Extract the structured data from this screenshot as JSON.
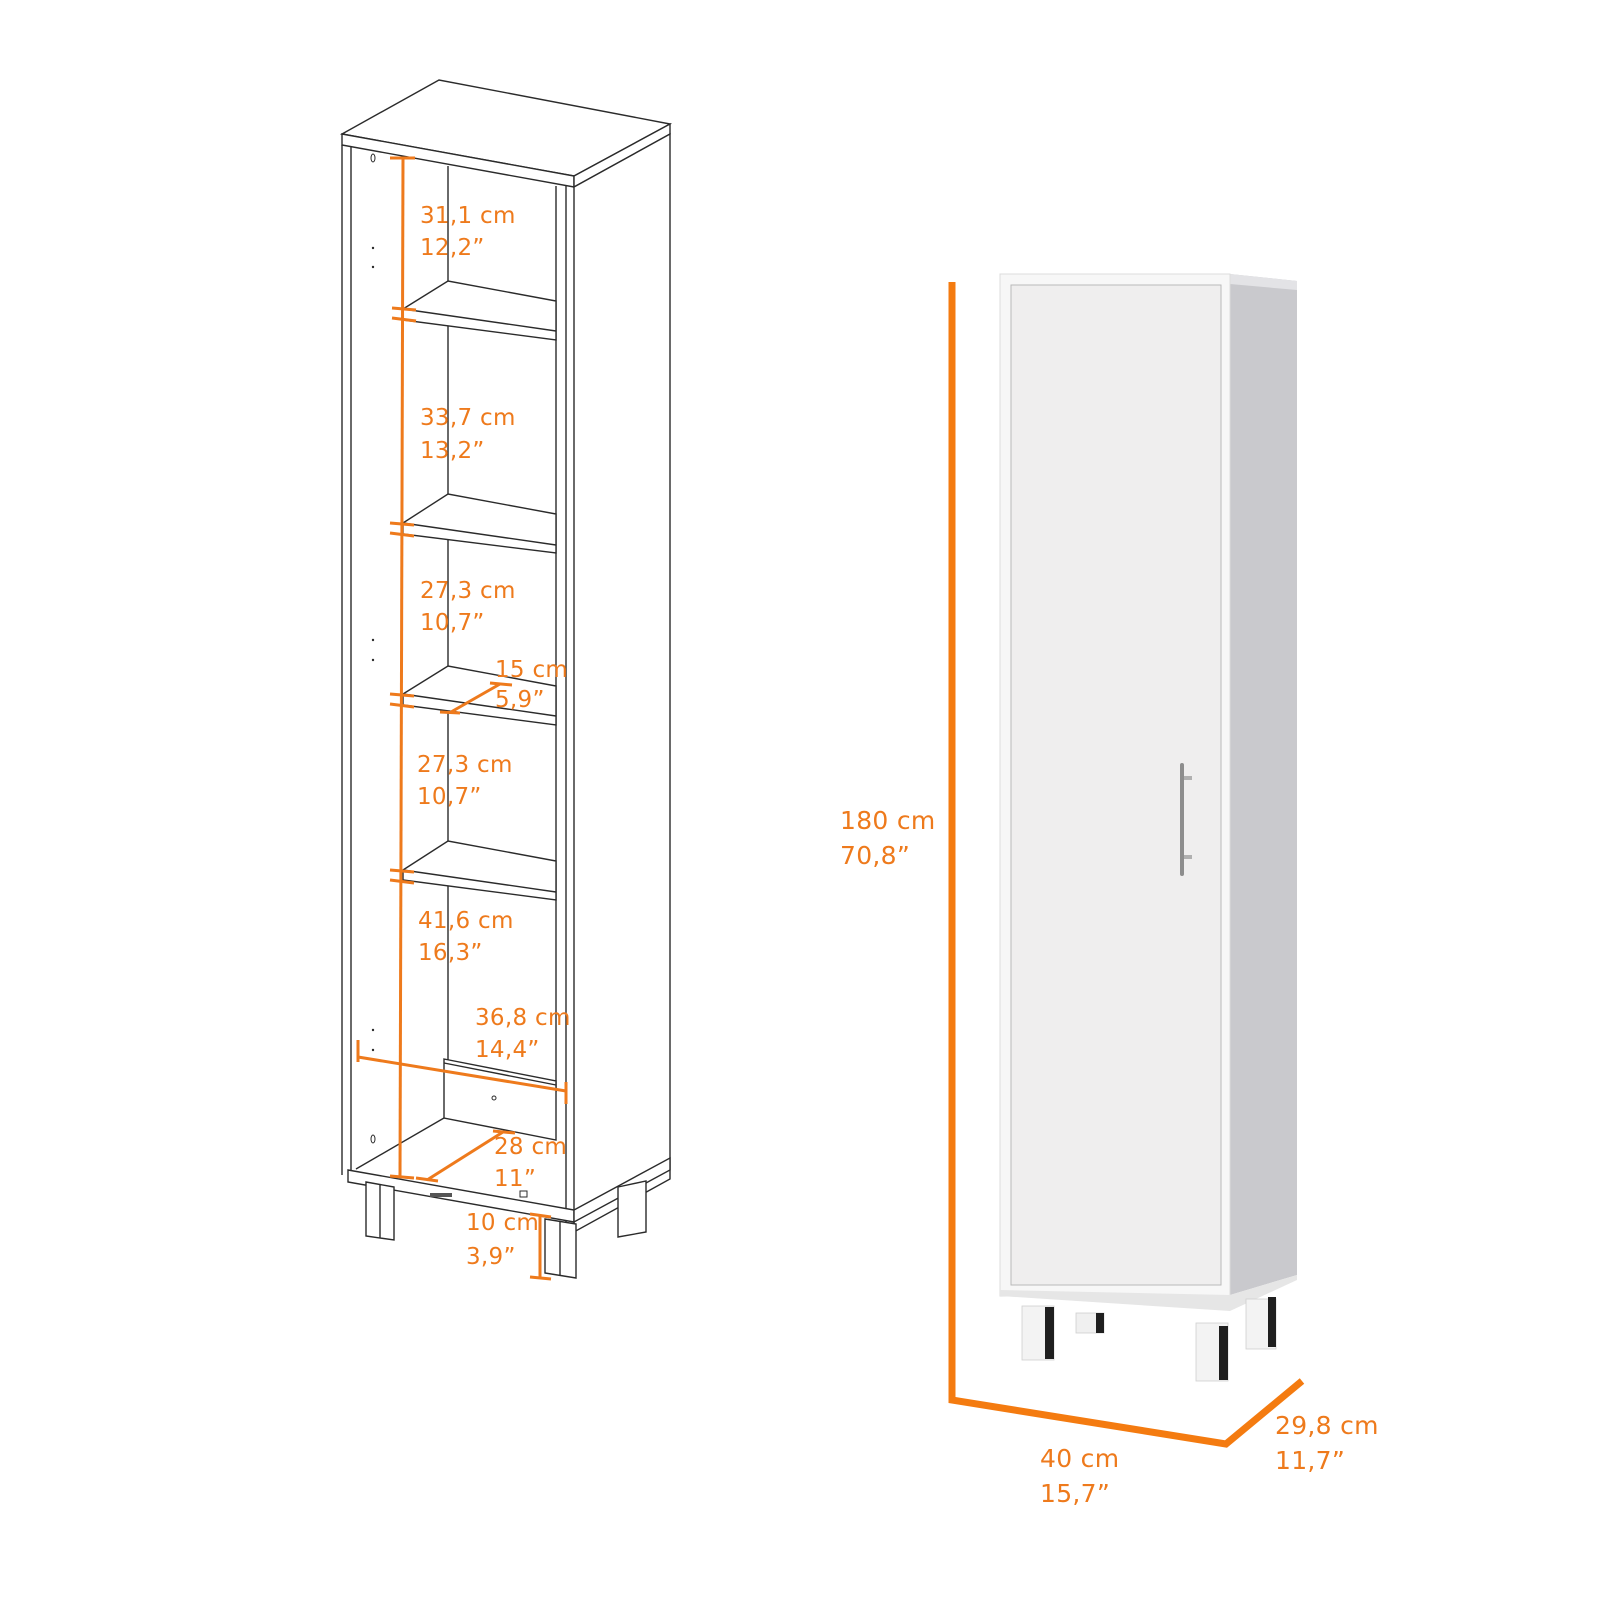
{
  "colors": {
    "accent": "#ee7a1c",
    "line": "#2b2b2b",
    "cabinet_front": "#f2f1f1",
    "cabinet_side": "#c8c8cc",
    "leg_dark": "#1f1f1f"
  },
  "line_drawing": {
    "shelf_heights": [
      {
        "cm": "31,1 cm",
        "in": "12,2”"
      },
      {
        "cm": "33,7 cm",
        "in": "13,2”"
      },
      {
        "cm": "27,3 cm",
        "in": "10,7”"
      },
      {
        "cm": "27,3 cm",
        "in": "10,7”"
      },
      {
        "cm": "41,6 cm",
        "in": "16,3”"
      }
    ],
    "shelf_depth": {
      "cm": "15 cm",
      "in": "5,9”"
    },
    "inner_width": {
      "cm": "36,8 cm",
      "in": "14,4”"
    },
    "bottom_depth": {
      "cm": "28 cm",
      "in": "11”"
    },
    "leg_height": {
      "cm": "10 cm",
      "in": "3,9”"
    }
  },
  "rendered_cabinet": {
    "height": {
      "cm": "180 cm",
      "in": "70,8”"
    },
    "width": {
      "cm": "40 cm",
      "in": "15,7”"
    },
    "depth": {
      "cm": "29,8 cm",
      "in": "11,7”"
    }
  }
}
